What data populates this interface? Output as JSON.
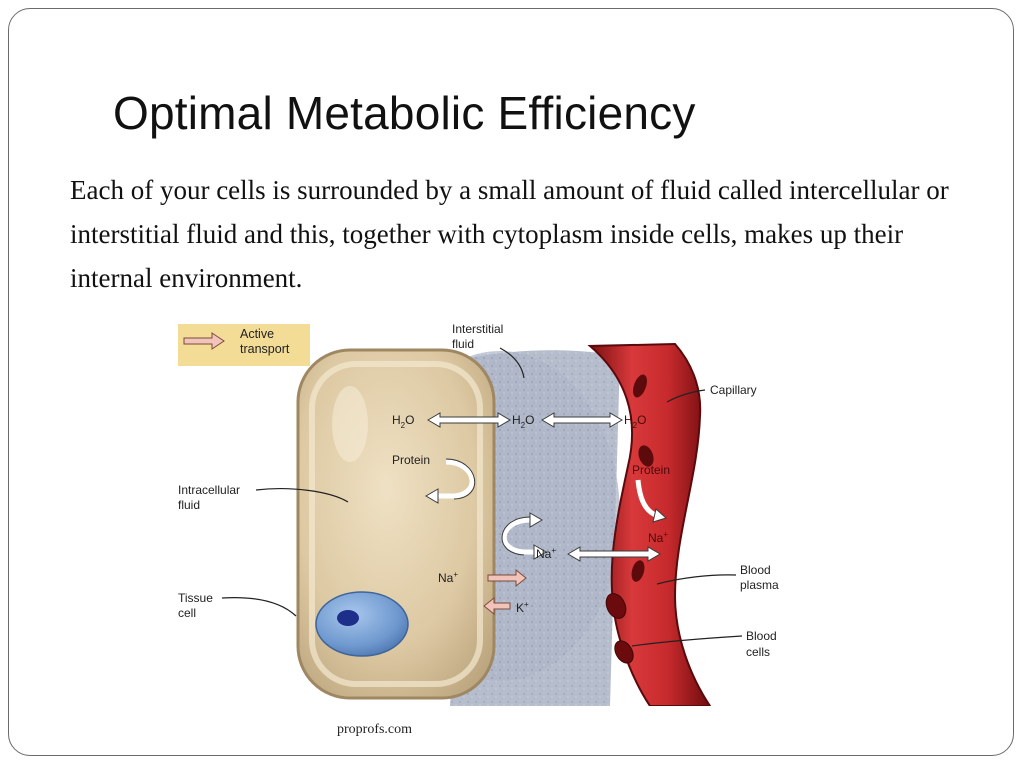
{
  "slide": {
    "title": "Optimal Metabolic Efficiency",
    "body": "Each of your cells is surrounded by a small amount of fluid called intercellular or interstitial fluid and this, together with cytoplasm inside cells, makes up their internal environment.",
    "credit": "proprofs.com"
  },
  "figure": {
    "legend": {
      "line1": "Active",
      "line2": "transport"
    },
    "labels": {
      "interstitial_1": "Interstitial",
      "interstitial_2": "fluid",
      "capillary": "Capillary",
      "intracellular_1": "Intracellular",
      "intracellular_2": "fluid",
      "tissue_1": "Tissue",
      "tissue_2": "cell",
      "plasma_1": "Blood",
      "plasma_2": "plasma",
      "cells_1": "Blood",
      "cells_2": "cells"
    },
    "molecules": {
      "h": "H",
      "two": "2",
      "o": "O",
      "protein": "Protein",
      "na": "Na",
      "k": "K",
      "plus": "+"
    }
  }
}
